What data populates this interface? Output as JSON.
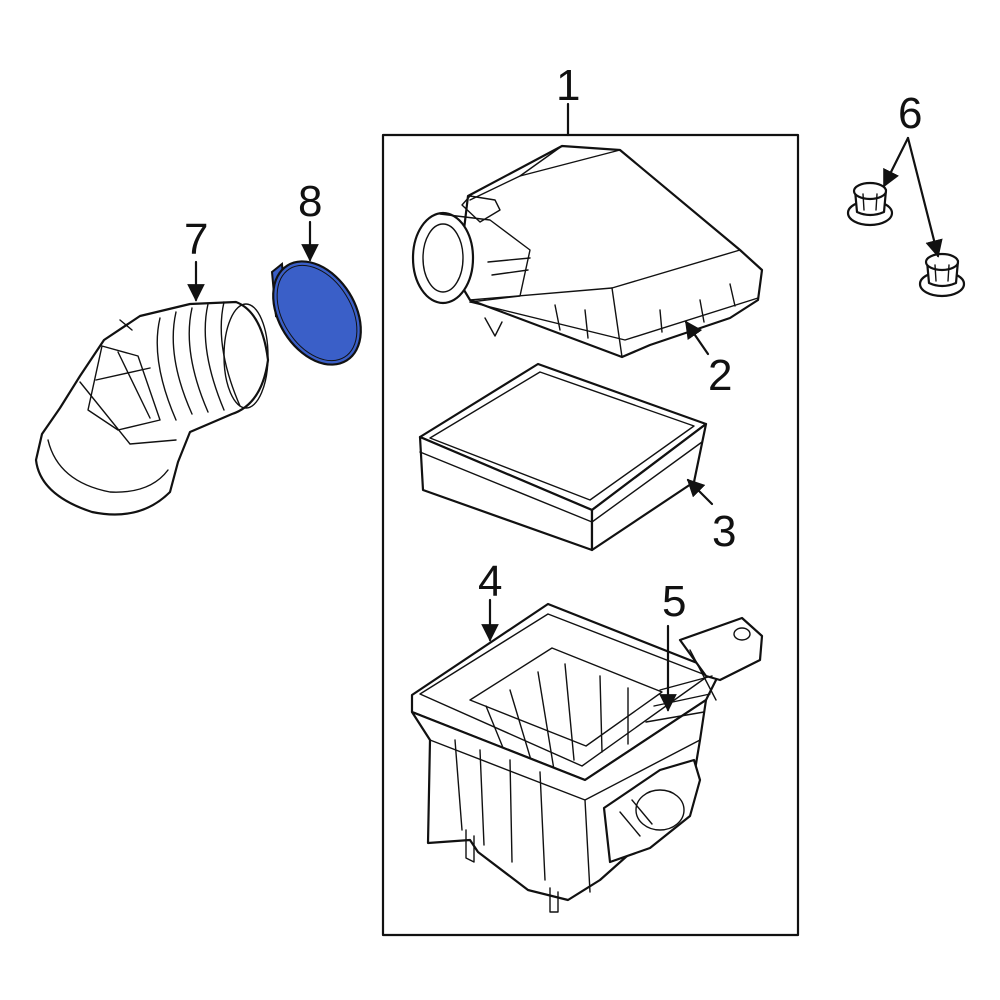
{
  "callouts": {
    "c1": "1",
    "c2": "2",
    "c3": "3",
    "c4": "4",
    "c5": "5",
    "c6": "6",
    "c7": "7",
    "c8": "8"
  },
  "colors": {
    "line": "#111111",
    "highlight": "#3a5fc8",
    "background": "#ffffff"
  }
}
